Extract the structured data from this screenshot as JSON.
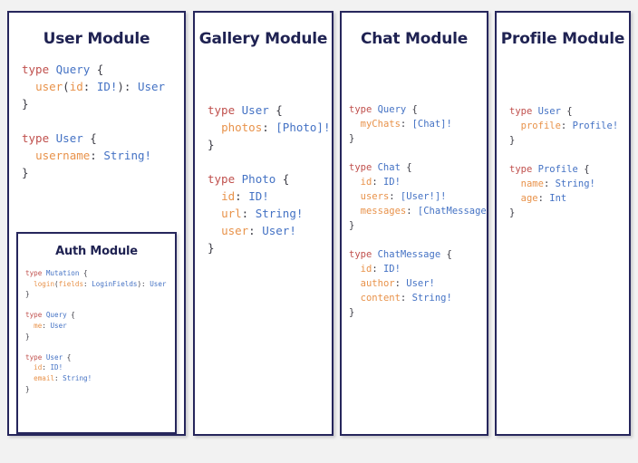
{
  "background_color": "#f2f2f2",
  "theme": {
    "panel_border": "#26265c",
    "panel_background": "#ffffff",
    "title_color": "#1f2252",
    "keyword_color": "#c0504d",
    "typename_color": "#4472c4",
    "field_color": "#e8924a",
    "punctuation_color": "#3b3b44"
  },
  "panels": [
    {
      "id": "user",
      "title": "User Module",
      "blocks": [
        [
          [
            {
              "t": "type ",
              "c": "kw"
            },
            {
              "t": "Query",
              "c": "type"
            },
            {
              "t": " {",
              "c": "pun"
            }
          ],
          [
            {
              "t": "  ",
              "c": "pun"
            },
            {
              "t": "user",
              "c": "fld"
            },
            {
              "t": "(",
              "c": "pun"
            },
            {
              "t": "id",
              "c": "fld"
            },
            {
              "t": ": ",
              "c": "pun"
            },
            {
              "t": "ID!",
              "c": "type"
            },
            {
              "t": "): ",
              "c": "pun"
            },
            {
              "t": "User",
              "c": "type"
            }
          ],
          [
            {
              "t": "}",
              "c": "pun"
            }
          ]
        ],
        [
          [
            {
              "t": "type ",
              "c": "kw"
            },
            {
              "t": "User",
              "c": "type"
            },
            {
              "t": " {",
              "c": "pun"
            }
          ],
          [
            {
              "t": "  ",
              "c": "pun"
            },
            {
              "t": "username",
              "c": "fld"
            },
            {
              "t": ": ",
              "c": "pun"
            },
            {
              "t": "String!",
              "c": "type"
            }
          ],
          [
            {
              "t": "}",
              "c": "pun"
            }
          ]
        ]
      ],
      "nested_panel": {
        "id": "auth",
        "title": "Auth Module",
        "blocks": [
          [
            [
              {
                "t": "type ",
                "c": "kw"
              },
              {
                "t": "Mutation",
                "c": "type"
              },
              {
                "t": " {",
                "c": "pun"
              }
            ],
            [
              {
                "t": "  ",
                "c": "pun"
              },
              {
                "t": "login",
                "c": "fld"
              },
              {
                "t": "(",
                "c": "pun"
              },
              {
                "t": "fields",
                "c": "fld"
              },
              {
                "t": ": ",
                "c": "pun"
              },
              {
                "t": "LoginFields",
                "c": "type"
              },
              {
                "t": "): ",
                "c": "pun"
              },
              {
                "t": "User",
                "c": "type"
              }
            ],
            [
              {
                "t": "}",
                "c": "pun"
              }
            ]
          ],
          [
            [
              {
                "t": "type ",
                "c": "kw"
              },
              {
                "t": "Query",
                "c": "type"
              },
              {
                "t": " {",
                "c": "pun"
              }
            ],
            [
              {
                "t": "  ",
                "c": "pun"
              },
              {
                "t": "me",
                "c": "fld"
              },
              {
                "t": ": ",
                "c": "pun"
              },
              {
                "t": "User",
                "c": "type"
              }
            ],
            [
              {
                "t": "}",
                "c": "pun"
              }
            ]
          ],
          [
            [
              {
                "t": "type ",
                "c": "kw"
              },
              {
                "t": "User",
                "c": "type"
              },
              {
                "t": " {",
                "c": "pun"
              }
            ],
            [
              {
                "t": "  ",
                "c": "pun"
              },
              {
                "t": "id",
                "c": "fld"
              },
              {
                "t": ": ",
                "c": "pun"
              },
              {
                "t": "ID!",
                "c": "type"
              }
            ],
            [
              {
                "t": "  ",
                "c": "pun"
              },
              {
                "t": "email",
                "c": "fld"
              },
              {
                "t": ": ",
                "c": "pun"
              },
              {
                "t": "String!",
                "c": "type"
              }
            ],
            [
              {
                "t": "}",
                "c": "pun"
              }
            ]
          ]
        ]
      }
    },
    {
      "id": "gallery",
      "title": "Gallery Module",
      "blocks": [
        [
          [
            {
              "t": "type ",
              "c": "kw"
            },
            {
              "t": "User",
              "c": "type"
            },
            {
              "t": " {",
              "c": "pun"
            }
          ],
          [
            {
              "t": "  ",
              "c": "pun"
            },
            {
              "t": "photos",
              "c": "fld"
            },
            {
              "t": ": ",
              "c": "pun"
            },
            {
              "t": "[Photo]!",
              "c": "type"
            }
          ],
          [
            {
              "t": "}",
              "c": "pun"
            }
          ]
        ],
        [
          [
            {
              "t": "type ",
              "c": "kw"
            },
            {
              "t": "Photo",
              "c": "type"
            },
            {
              "t": " {",
              "c": "pun"
            }
          ],
          [
            {
              "t": "  ",
              "c": "pun"
            },
            {
              "t": "id",
              "c": "fld"
            },
            {
              "t": ": ",
              "c": "pun"
            },
            {
              "t": "ID!",
              "c": "type"
            }
          ],
          [
            {
              "t": "  ",
              "c": "pun"
            },
            {
              "t": "url",
              "c": "fld"
            },
            {
              "t": ": ",
              "c": "pun"
            },
            {
              "t": "String!",
              "c": "type"
            }
          ],
          [
            {
              "t": "  ",
              "c": "pun"
            },
            {
              "t": "user",
              "c": "fld"
            },
            {
              "t": ": ",
              "c": "pun"
            },
            {
              "t": "User!",
              "c": "type"
            }
          ],
          [
            {
              "t": "}",
              "c": "pun"
            }
          ]
        ]
      ]
    },
    {
      "id": "chat",
      "title": "Chat Module",
      "blocks": [
        [
          [
            {
              "t": "type ",
              "c": "kw"
            },
            {
              "t": "Query",
              "c": "type"
            },
            {
              "t": " {",
              "c": "pun"
            }
          ],
          [
            {
              "t": "  ",
              "c": "pun"
            },
            {
              "t": "myChats",
              "c": "fld"
            },
            {
              "t": ": ",
              "c": "pun"
            },
            {
              "t": "[Chat]!",
              "c": "type"
            }
          ],
          [
            {
              "t": "}",
              "c": "pun"
            }
          ]
        ],
        [
          [
            {
              "t": "type ",
              "c": "kw"
            },
            {
              "t": "Chat",
              "c": "type"
            },
            {
              "t": " {",
              "c": "pun"
            }
          ],
          [
            {
              "t": "  ",
              "c": "pun"
            },
            {
              "t": "id",
              "c": "fld"
            },
            {
              "t": ": ",
              "c": "pun"
            },
            {
              "t": "ID!",
              "c": "type"
            }
          ],
          [
            {
              "t": "  ",
              "c": "pun"
            },
            {
              "t": "users",
              "c": "fld"
            },
            {
              "t": ": ",
              "c": "pun"
            },
            {
              "t": "[User!]!",
              "c": "type"
            }
          ],
          [
            {
              "t": "  ",
              "c": "pun"
            },
            {
              "t": "messages",
              "c": "fld"
            },
            {
              "t": ": ",
              "c": "pun"
            },
            {
              "t": "[ChatMessage]!",
              "c": "type"
            }
          ],
          [
            {
              "t": "}",
              "c": "pun"
            }
          ]
        ],
        [
          [
            {
              "t": "type ",
              "c": "kw"
            },
            {
              "t": "ChatMessage",
              "c": "type"
            },
            {
              "t": " {",
              "c": "pun"
            }
          ],
          [
            {
              "t": "  ",
              "c": "pun"
            },
            {
              "t": "id",
              "c": "fld"
            },
            {
              "t": ": ",
              "c": "pun"
            },
            {
              "t": "ID!",
              "c": "type"
            }
          ],
          [
            {
              "t": "  ",
              "c": "pun"
            },
            {
              "t": "author",
              "c": "fld"
            },
            {
              "t": ": ",
              "c": "pun"
            },
            {
              "t": "User!",
              "c": "type"
            }
          ],
          [
            {
              "t": "  ",
              "c": "pun"
            },
            {
              "t": "content",
              "c": "fld"
            },
            {
              "t": ": ",
              "c": "pun"
            },
            {
              "t": "String!",
              "c": "type"
            }
          ],
          [
            {
              "t": "}",
              "c": "pun"
            }
          ]
        ]
      ]
    },
    {
      "id": "profile",
      "title": "Profile Module",
      "blocks": [
        [
          [
            {
              "t": "type ",
              "c": "kw"
            },
            {
              "t": "User",
              "c": "type"
            },
            {
              "t": " {",
              "c": "pun"
            }
          ],
          [
            {
              "t": "  ",
              "c": "pun"
            },
            {
              "t": "profile",
              "c": "fld"
            },
            {
              "t": ": ",
              "c": "pun"
            },
            {
              "t": "Profile!",
              "c": "type"
            }
          ],
          [
            {
              "t": "}",
              "c": "pun"
            }
          ]
        ],
        [
          [
            {
              "t": "type ",
              "c": "kw"
            },
            {
              "t": "Profile",
              "c": "type"
            },
            {
              "t": " {",
              "c": "pun"
            }
          ],
          [
            {
              "t": "  ",
              "c": "pun"
            },
            {
              "t": "name",
              "c": "fld"
            },
            {
              "t": ": ",
              "c": "pun"
            },
            {
              "t": "String!",
              "c": "type"
            }
          ],
          [
            {
              "t": "  ",
              "c": "pun"
            },
            {
              "t": "age",
              "c": "fld"
            },
            {
              "t": ": ",
              "c": "pun"
            },
            {
              "t": "Int",
              "c": "type"
            }
          ],
          [
            {
              "t": "}",
              "c": "pun"
            }
          ]
        ]
      ]
    }
  ]
}
